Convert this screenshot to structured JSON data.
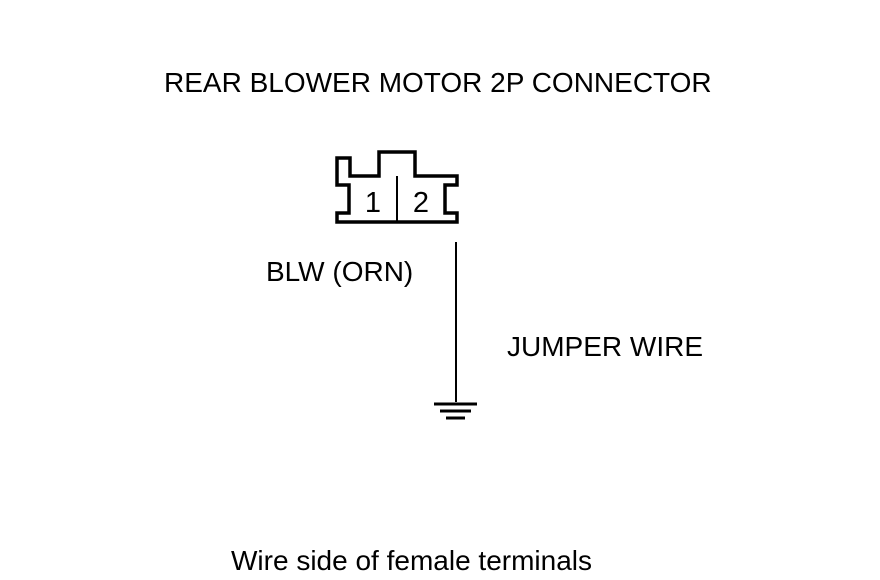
{
  "title": "REAR BLOWER MOTOR 2P CONNECTOR",
  "connector": {
    "pins": [
      "1",
      "2"
    ]
  },
  "wire_label": "BLW (ORN)",
  "jumper_label": "JUMPER WIRE",
  "footer": "Wire side of female terminals",
  "colors": {
    "line": "#000000",
    "background": "#ffffff"
  },
  "icons": [
    "ground-symbol-icon"
  ]
}
